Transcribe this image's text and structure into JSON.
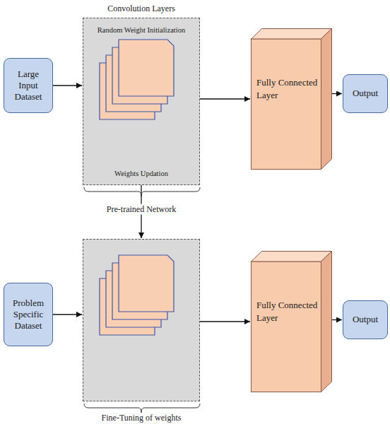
{
  "diagram": {
    "nodes": [
      {
        "text": [
          "Large Input Dataset"
        ]
      },
      {
        "text": [
          "Convolution Layers",
          "Random Weight Initialization",
          "Weights Updation"
        ]
      },
      {
        "text": [
          "Fully Connected Layer"
        ]
      },
      {
        "text": [
          "Output"
        ]
      },
      {
        "text": [
          "Problem Specific Dataset"
        ]
      },
      {
        "text": [
          "Fine-Tuning of weights"
        ]
      },
      {
        "text": [
          "Fully Connected Layer"
        ]
      },
      {
        "text": [
          "Output"
        ]
      }
    ],
    "edges": [
      {
        "from": 0,
        "to": 1,
        "arrow": "to"
      },
      {
        "from": 1,
        "to": 2,
        "arrow": "to"
      },
      {
        "from": 2,
        "to": 3,
        "arrow": "to"
      },
      {
        "from": 1,
        "to": 5,
        "arrow": "to",
        "label": "Pre-trained Network"
      },
      {
        "from": 4,
        "to": 5,
        "arrow": "to"
      },
      {
        "from": 5,
        "to": 6,
        "arrow": "to"
      },
      {
        "from": 6,
        "to": 7,
        "arrow": "to"
      }
    ]
  }
}
